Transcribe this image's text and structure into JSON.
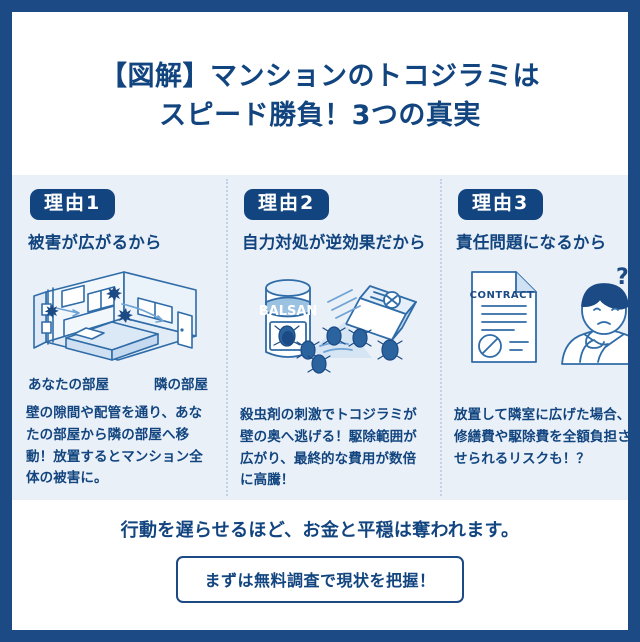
{
  "theme": {
    "border_navy": "#1b4a85",
    "text_navy": "#12457f",
    "panel_blue": "#eaf0f8",
    "divider_blue": "#c3d2e6",
    "white": "#ffffff"
  },
  "title": {
    "line1": "【図解】マンションのトコジラミは",
    "line2": "スピード勝負！3つの真実"
  },
  "columns": [
    {
      "badge": "理由1",
      "heading": "被害が広がるから",
      "illustration": "bedroom-isometric-icon",
      "labels": {
        "left": "あなたの部屋",
        "right": "隣の部屋"
      },
      "body": "壁の隙間や配管を通り、あなたの部屋から隣の部屋へ移動！放置するとマンション全体の被害に。"
    },
    {
      "badge": "理由2",
      "heading": "自力対処が逆効果だから",
      "illustration": "insecticide-can-icon",
      "can_label": "BALSAN",
      "body": "殺虫剤の刺激でトコジラミが壁の奥へ逃げる！駆除範囲が広がり、最終的な費用が数倍に高騰！"
    },
    {
      "badge": "理由3",
      "heading": "責任問題になるから",
      "illustration": "contract-worried-person-icon",
      "document_label": "CONTRACT",
      "body": "放置して隣室に広げた場合、修繕費や駆除費を全額負担させられるリスクも！？"
    }
  ],
  "footer": {
    "closing": "行動を遅らせるほど、お金と平穏は奪われます。",
    "cta": "まずは無料調査で現状を把握！"
  }
}
